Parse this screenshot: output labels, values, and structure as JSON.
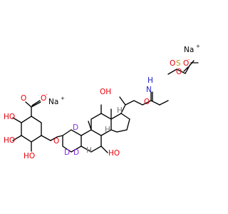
{
  "molecule": {
    "labels": {
      "na1": "Na",
      "na1_charge": "+",
      "na2": "Na",
      "na2_charge": "+",
      "carboxylate_o_minus": "O",
      "carboxylate_o": "O",
      "minus": "-",
      "oh_a": "HO",
      "oh_b": "HO",
      "oh_c": "HO",
      "ether_o": "O",
      "d1": "D",
      "d2": "D",
      "d3": "D",
      "h_a": "H",
      "h_b": "H",
      "h_c": "H",
      "oh_d": "OH",
      "oh_e": "HO",
      "amide_o": "O",
      "amide_n": "N",
      "amide_h": "H",
      "sulfur": "S",
      "sulfonyl_o1": "O",
      "sulfonyl_o2": "O",
      "sulfonate_o": "O",
      "sulfonate_minus": "-"
    }
  }
}
